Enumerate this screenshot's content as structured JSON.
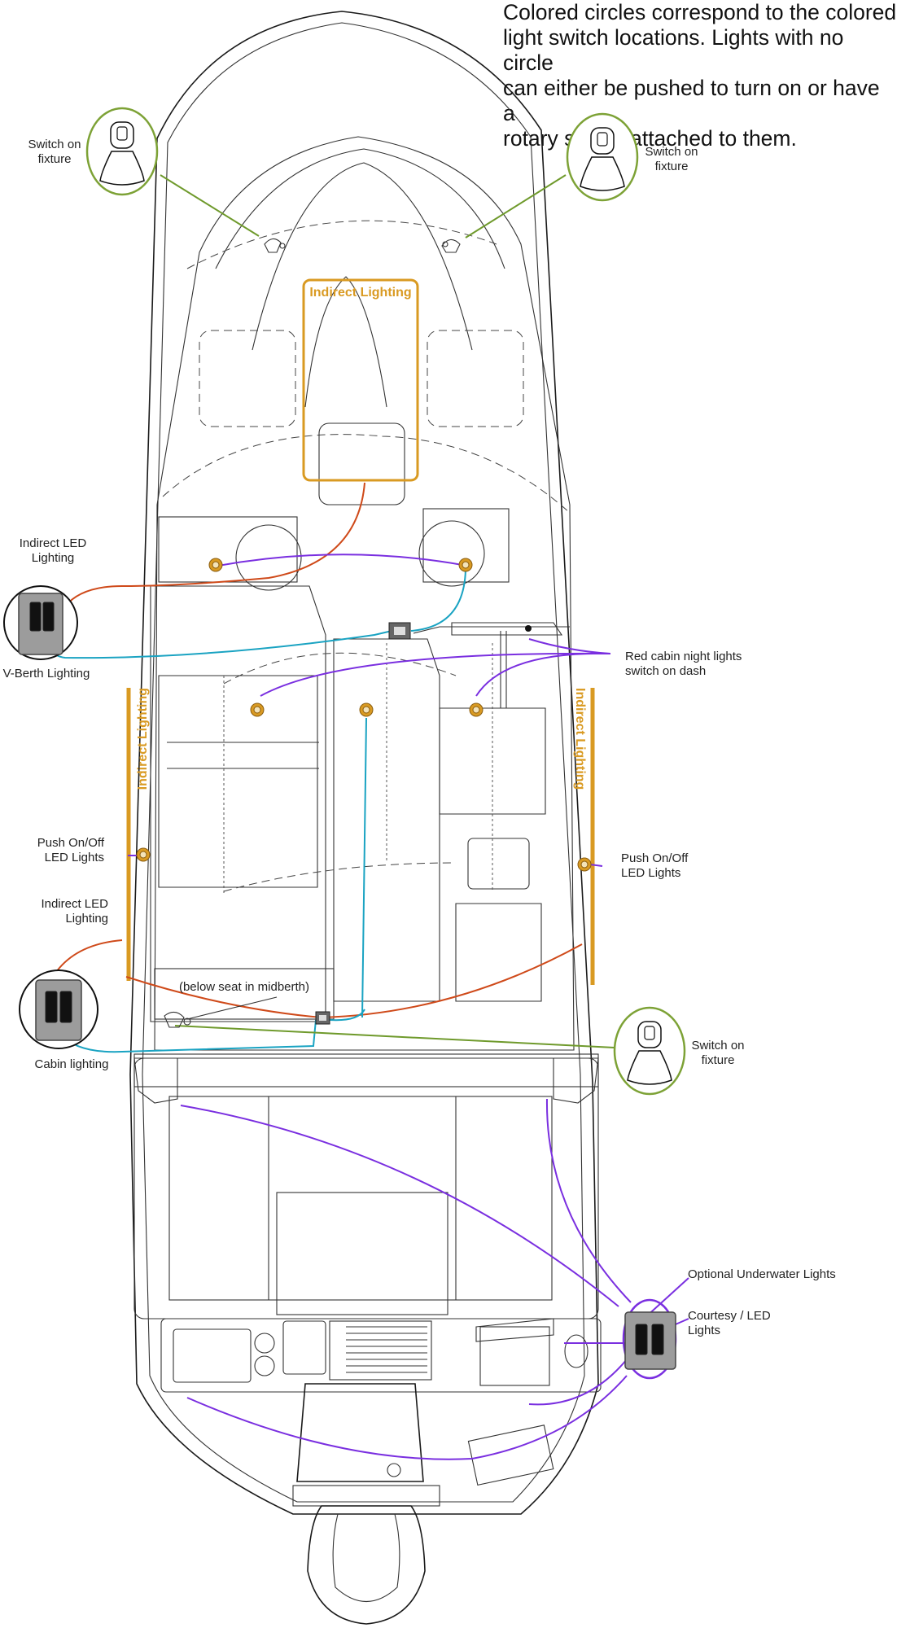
{
  "header_note": "Colored circles correspond to the colored\nlight switch locations. Lights with no circle\ncan either be pushed to turn on or have a\nrotary switch attached to them.",
  "labels": {
    "switch_on_fixture_left": [
      "Switch on",
      "fixture"
    ],
    "switch_on_fixture_right": [
      "Switch on",
      "fixture"
    ],
    "indirect_lighting_bow": "Indirect Lighting",
    "indirect_led_lighting_top": [
      "Indirect LED",
      "Lighting"
    ],
    "v_berth_lighting": "V-Berth Lighting",
    "red_cabin_night_lights": [
      "Red cabin night lights",
      "switch on dash"
    ],
    "indirect_lighting_left": "Indirect Lighting",
    "indirect_lighting_right": "Indirect Lighting",
    "push_on_off_left": [
      "Push On/Off",
      "LED Lights"
    ],
    "push_on_off_right": [
      "Push On/Off",
      "LED Lights"
    ],
    "indirect_led_lighting_mid": [
      "Indirect LED",
      "Lighting"
    ],
    "below_seat": "(below seat in midberth)",
    "cabin_lighting": "Cabin lighting",
    "switch_on_fixture_aft": [
      "Switch on",
      "fixture"
    ],
    "optional_underwater": "Optional Underwater Lights",
    "courtesy_led": [
      "Courtesy / LED",
      "Lights"
    ]
  },
  "colors": {
    "indirect": "#d99a22",
    "red_wire": "#cf4a1a",
    "cyan_wire": "#1aa3c2",
    "purple_wire": "#7a2fe0",
    "green_wire": "#6f9a2c"
  }
}
